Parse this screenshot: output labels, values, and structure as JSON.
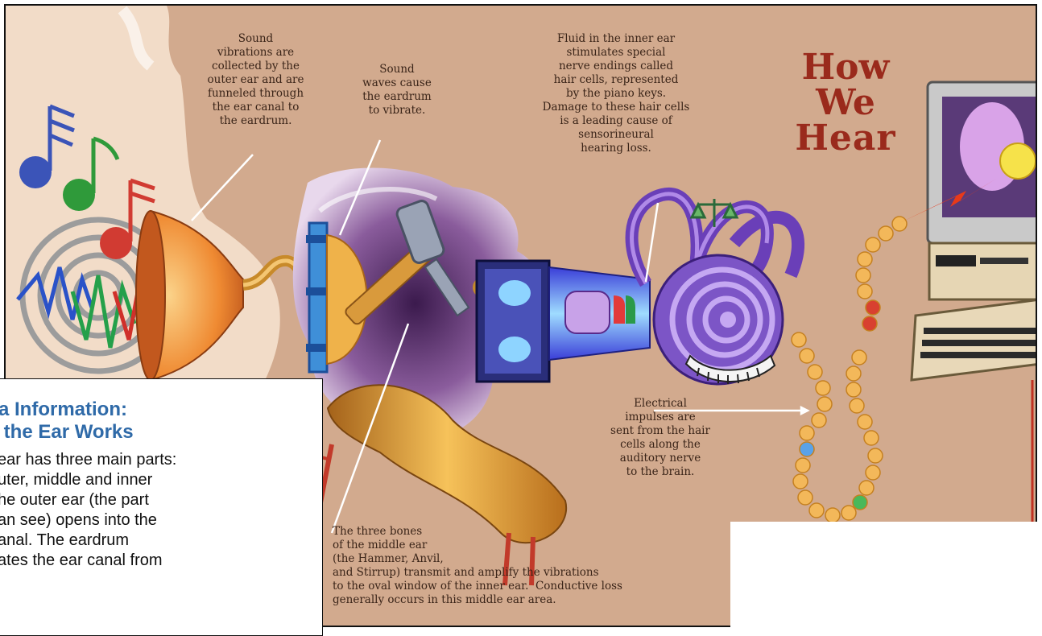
{
  "diagram": {
    "title_line1": "How We",
    "title_line2": "Hear",
    "captions": {
      "outer_ear": "Sound\nvibrations are\ncollected by the\nouter ear and are\nfunneled through\nthe ear canal to\nthe eardrum.",
      "eardrum": "Sound\nwaves cause\nthe eardrum\nto vibrate.",
      "inner_ear": "Fluid in the inner ear\nstimulates special\nnerve endings called\nhair cells, represented\nby the piano keys.\nDamage to these hair cells\nis a leading cause of\nsensorineural\nhearing loss.",
      "electrical": "Electrical\nimpulses are\nsent from the hair\ncells along the\nauditory nerve\nto the brain.",
      "bones": "The three bones\nof the middle ear\n(the Hammer, Anvil,\nand Stirrup) transmit and amplify the vibrations\nto the oval window of the inner ear.  Conductive loss\ngenerally occurs in this middle ear area."
    }
  },
  "info_box": {
    "title": "a Information:\n the Ear Works",
    "body": "ear has three main parts:\nuter, middle and inner\nhe outer ear (the part\nan see) opens into the\nanal. The eardrum\nates the ear canal from"
  },
  "colors": {
    "background": "#d2aa8e",
    "title": "#9a2a1c",
    "info_title": "#2f6aa8",
    "purple": "#7a4fc0",
    "horn": "#e8822e"
  }
}
